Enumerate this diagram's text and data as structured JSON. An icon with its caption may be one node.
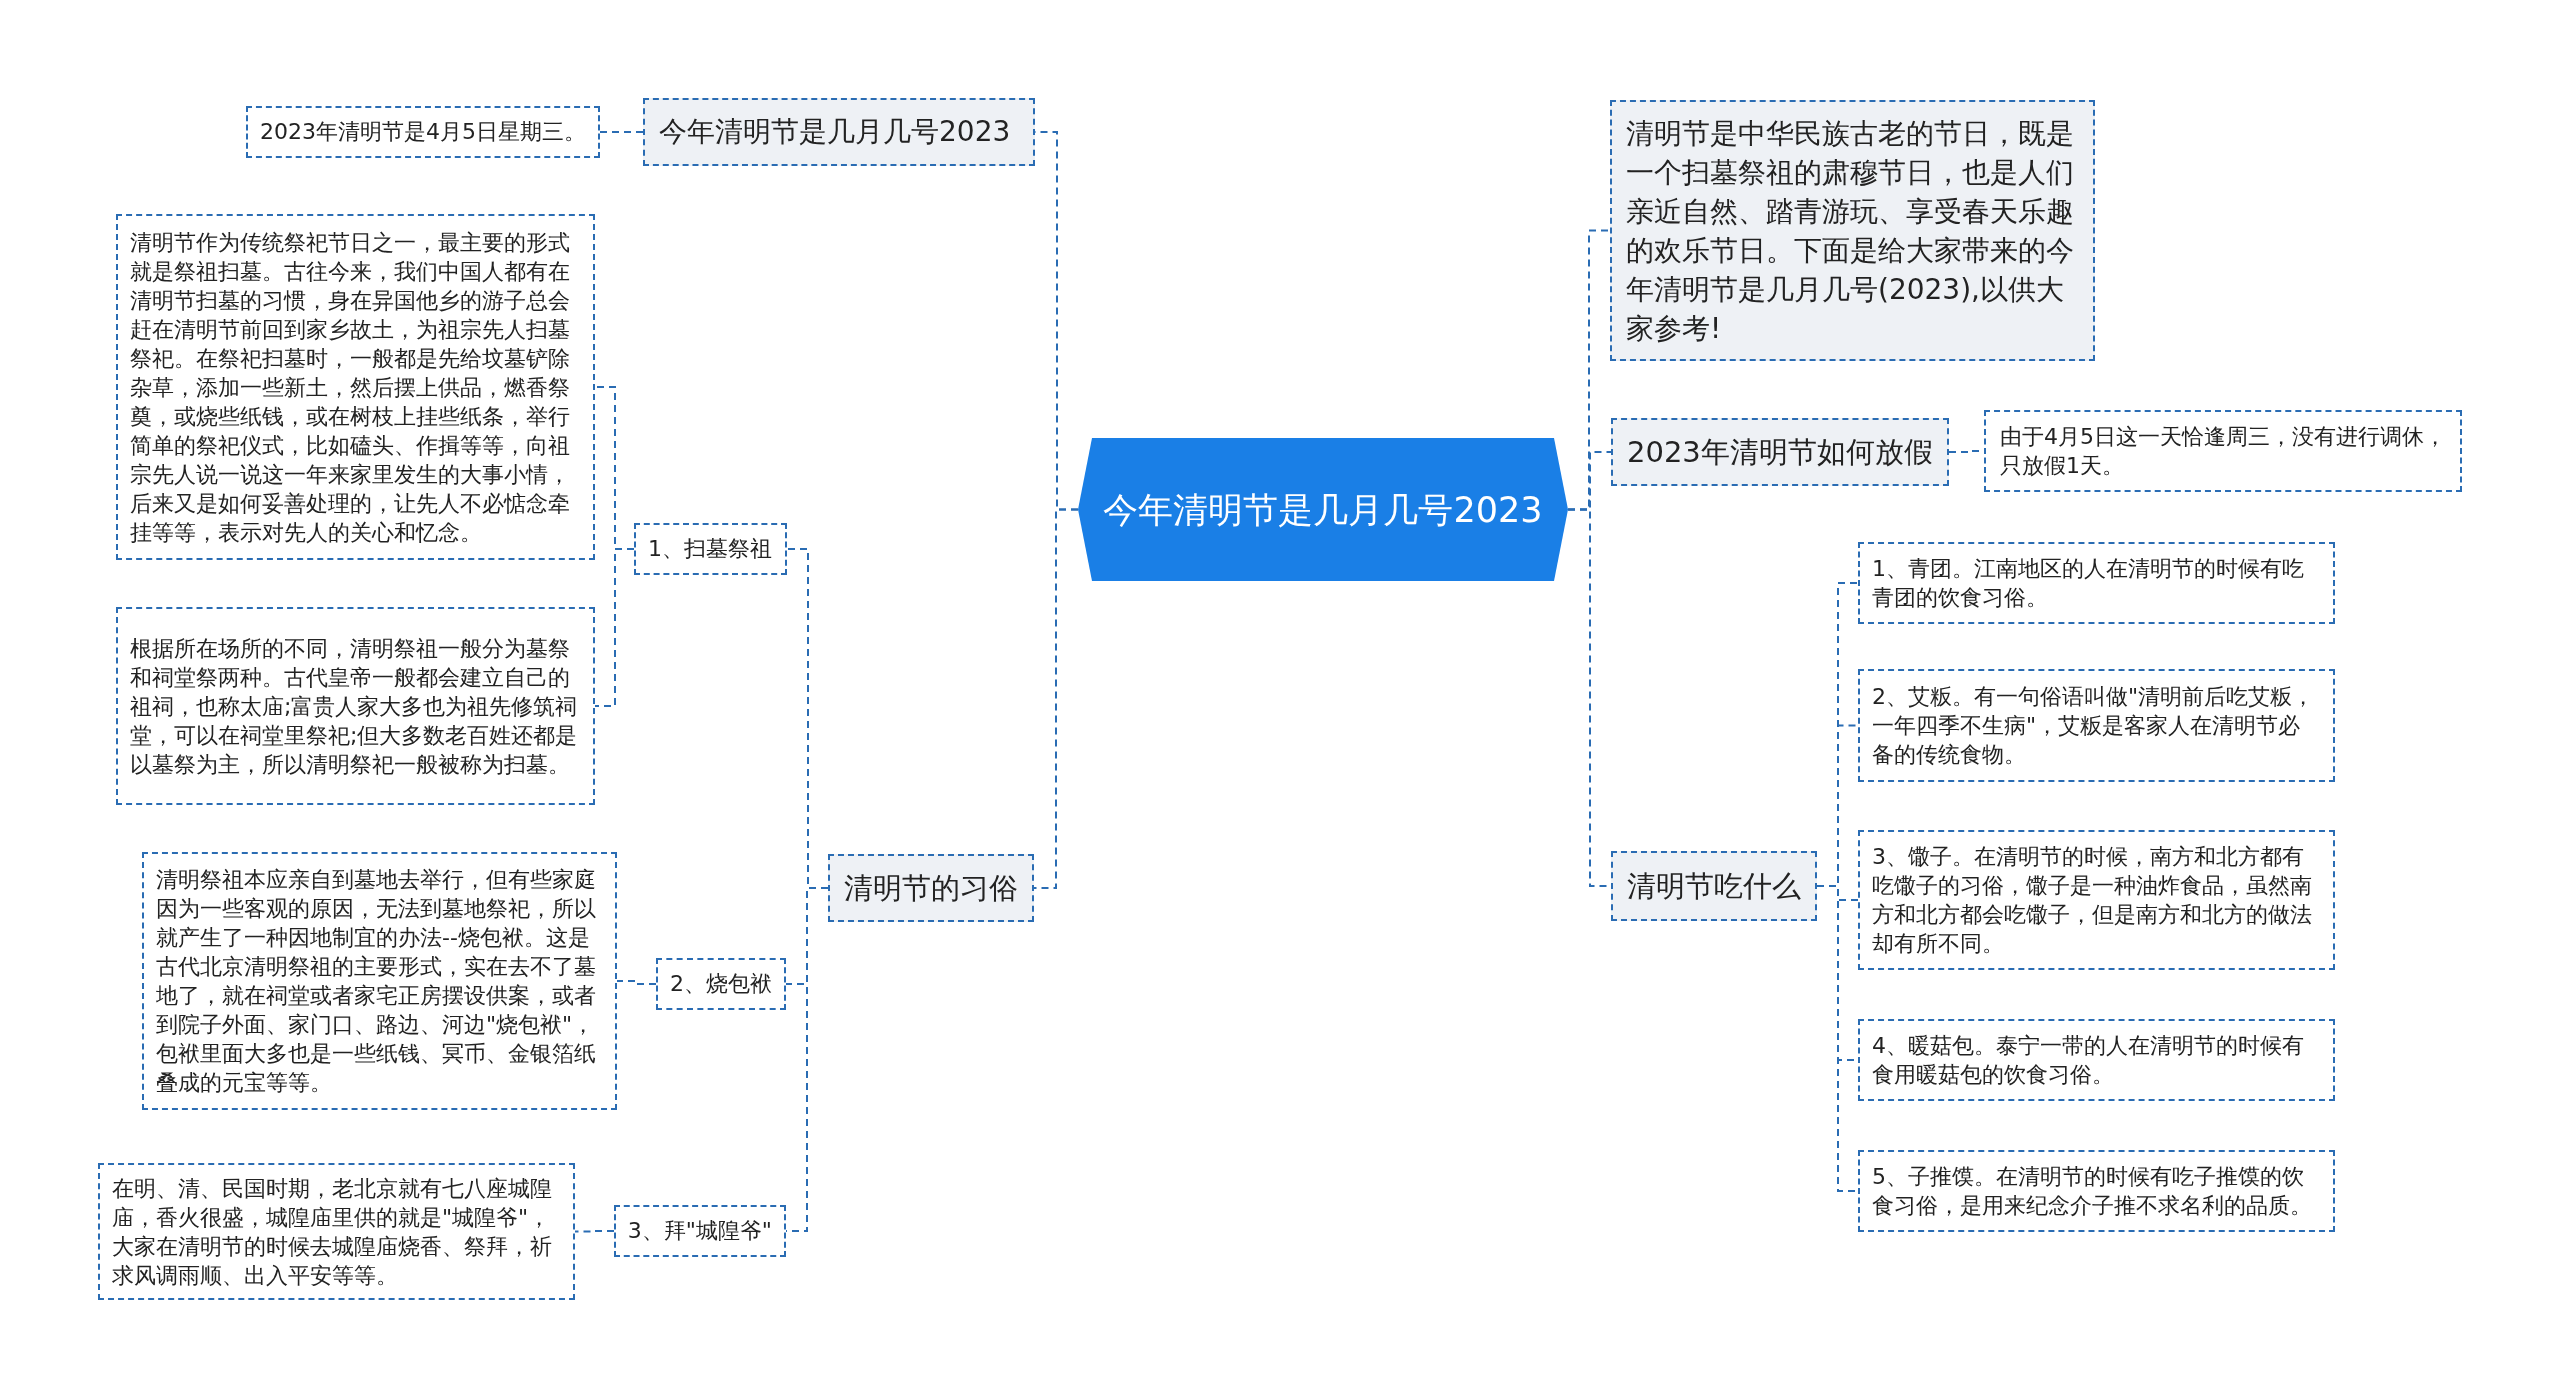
{
  "diagram": {
    "nodes": [
      {
        "text": [
          "今年清明节是几月几号2023"
        ]
      },
      {
        "text": [
          "今年清明节是几月几号2023"
        ]
      },
      {
        "text": [
          "2023年清明节是4月5日星期三。"
        ]
      },
      {
        "text": [
          "清明节的习俗"
        ]
      },
      {
        "text": [
          "1、扫墓祭祖"
        ]
      },
      {
        "text": [
          "清明节作为传统祭祀节日之一，最主要的形式就是祭祖扫墓。古往今来，我们中国人都有在清明节扫墓的习惯，身在异国他乡的游子总会赶在清明节前回到家乡故土，为祖宗先人扫墓祭祀。在祭祀扫墓时，一般都是先给坟墓铲除杂草，添加一些新土，然后摆上供品，燃香祭奠，或烧些纸钱，或在树枝上挂些纸条，举行简单的祭祀仪式，比如磕头、作揖等等，向祖宗先人说一说这一年来家里发生的大事小情，后来又是如何妥善处理的，让先人不必惦念牵挂等等，表示对先人的关心和忆念。"
        ]
      },
      {
        "text": [
          "根据所在场所的不同，清明祭祖一般分为墓祭和祠堂祭两种。古代皇帝一般都会建立自己的祖祠，也称太庙;富贵人家大多也为祖先修筑祠堂，可以在祠堂里祭祀;但大多数老百姓还都是以墓祭为主，所以清明祭祀一般被称为扫墓。"
        ]
      },
      {
        "text": [
          "2、烧包袱"
        ]
      },
      {
        "text": [
          "清明祭祖本应亲自到墓地去举行，但有些家庭因为一些客观的原因，无法到墓地祭祀，所以就产生了一种因地制宜的办法--烧包袱。这是古代北京清明祭祖的主要形式，实在去不了墓地了，就在祠堂或者家宅正房摆设供案，或者到院子外面、家门口、路边、河边\"烧包袱\"，包袱里面大多也是一些纸钱、冥币、金银箔纸叠成的元宝等等。"
        ]
      },
      {
        "text": [
          "3、拜\"城隍爷\""
        ]
      },
      {
        "text": [
          "在明、清、民国时期，老北京就有七八座城隍庙，香火很盛，城隍庙里供的就是\"城隍爷\"，大家在清明节的时候去城隍庙烧香、祭拜，祈求风调雨顺、出入平安等等。"
        ]
      },
      {
        "text": [
          "清明节是中华民族古老的节日，既是一个扫墓祭祖的肃穆节日，也是人们亲近自然、踏青游玩、享受春天乐趣的欢乐节日。下面是给大家带来的今年清明节是几月几号(2023),以供大家参考!"
        ]
      },
      {
        "text": [
          "2023年清明节如何放假"
        ]
      },
      {
        "text": [
          "由于4月5日这一天恰逢周三，没有进行调休，只放假1天。"
        ]
      },
      {
        "text": [
          "清明节吃什么"
        ]
      },
      {
        "text": [
          "1、青团。江南地区的人在清明节的时候有吃青团的饮食习俗。"
        ]
      },
      {
        "text": [
          "2、艾粄。有一句俗语叫做\"清明前后吃艾粄，一年四季不生病\"，艾粄是客家人在清明节必备的传统食物。"
        ]
      },
      {
        "text": [
          "3、馓子。在清明节的时候，南方和北方都有吃馓子的习俗，馓子是一种油炸食品，虽然南方和北方都会吃馓子，但是南方和北方的做法却有所不同。"
        ]
      },
      {
        "text": [
          "4、暖菇包。泰宁一带的人在清明节的时候有食用暖菇包的饮食习俗。"
        ]
      },
      {
        "text": [
          "5、子推馍。在清明节的时候有吃子推馍的饮食习俗，是用来纪念介子推不求名利的品质。"
        ]
      }
    ],
    "edges": [
      {
        "from": 0,
        "to": 1,
        "arrow": "none"
      },
      {
        "from": 1,
        "to": 2,
        "arrow": "none"
      },
      {
        "from": 0,
        "to": 3,
        "arrow": "none"
      },
      {
        "from": 3,
        "to": 4,
        "arrow": "none"
      },
      {
        "from": 4,
        "to": 5,
        "arrow": "none"
      },
      {
        "from": 4,
        "to": 6,
        "arrow": "none"
      },
      {
        "from": 3,
        "to": 7,
        "arrow": "none"
      },
      {
        "from": 7,
        "to": 8,
        "arrow": "none"
      },
      {
        "from": 3,
        "to": 9,
        "arrow": "none"
      },
      {
        "from": 9,
        "to": 10,
        "arrow": "none"
      },
      {
        "from": 0,
        "to": 11,
        "arrow": "none"
      },
      {
        "from": 0,
        "to": 12,
        "arrow": "none"
      },
      {
        "from": 12,
        "to": 13,
        "arrow": "none"
      },
      {
        "from": 0,
        "to": 14,
        "arrow": "none"
      },
      {
        "from": 14,
        "to": 15,
        "arrow": "none"
      },
      {
        "from": 14,
        "to": 16,
        "arrow": "none"
      },
      {
        "from": 14,
        "to": 17,
        "arrow": "none"
      },
      {
        "from": 14,
        "to": 18,
        "arrow": "none"
      },
      {
        "from": 14,
        "to": 19,
        "arrow": "none"
      }
    ]
  }
}
